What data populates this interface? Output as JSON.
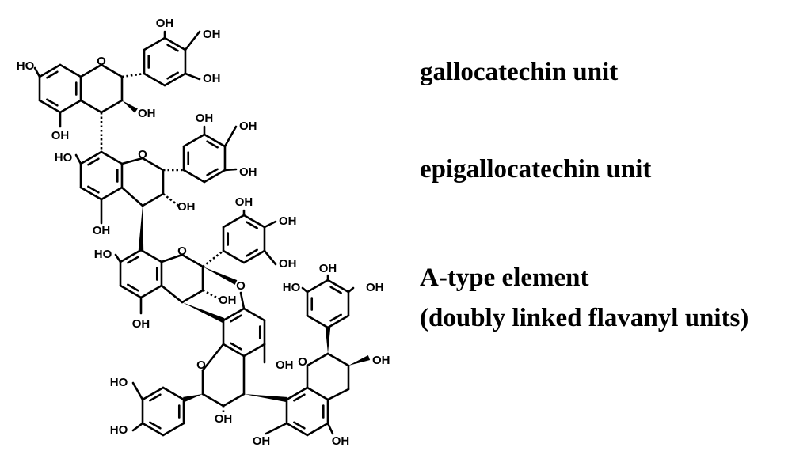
{
  "labels": {
    "gallocatechin": "gallocatechin unit",
    "epigallocatechin": "epigallocatechin unit",
    "a_type": "A-type element",
    "doubly_linked": "(doubly linked flavanyl units)"
  },
  "atoms": {
    "oh": "OH",
    "ho": "HO",
    "o": "O"
  }
}
